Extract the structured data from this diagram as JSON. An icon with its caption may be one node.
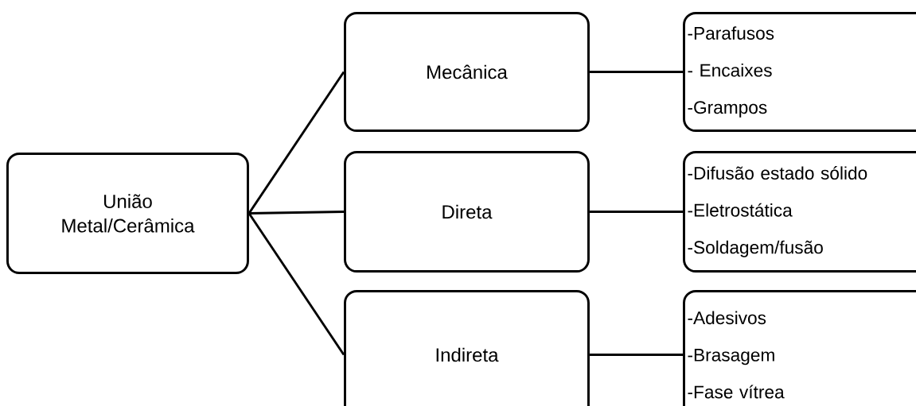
{
  "diagram": {
    "nodes": [
      {
        "text": [
          "União Metal/Cerâmica"
        ]
      },
      {
        "text": [
          "Mecânica"
        ]
      },
      {
        "text": [
          "-Parafusos",
          "- Encaixes",
          "-Grampos"
        ]
      },
      {
        "text": [
          "Direta"
        ]
      },
      {
        "text": [
          "-Difusão estado sólido",
          "-Eletrostática",
          "-Soldagem/fusão"
        ]
      },
      {
        "text": [
          "Indireta"
        ]
      },
      {
        "text": [
          "-Adesivos",
          "-Brasagem",
          "-Fase vítrea"
        ]
      }
    ],
    "edges": [
      {
        "from": 0,
        "to": 1,
        "arrow": "none"
      },
      {
        "from": 0,
        "to": 3,
        "arrow": "none"
      },
      {
        "from": 0,
        "to": 5,
        "arrow": "none"
      },
      {
        "from": 1,
        "to": 2,
        "arrow": "none"
      },
      {
        "from": 3,
        "to": 4,
        "arrow": "none"
      },
      {
        "from": 5,
        "to": 6,
        "arrow": "none"
      }
    ]
  }
}
